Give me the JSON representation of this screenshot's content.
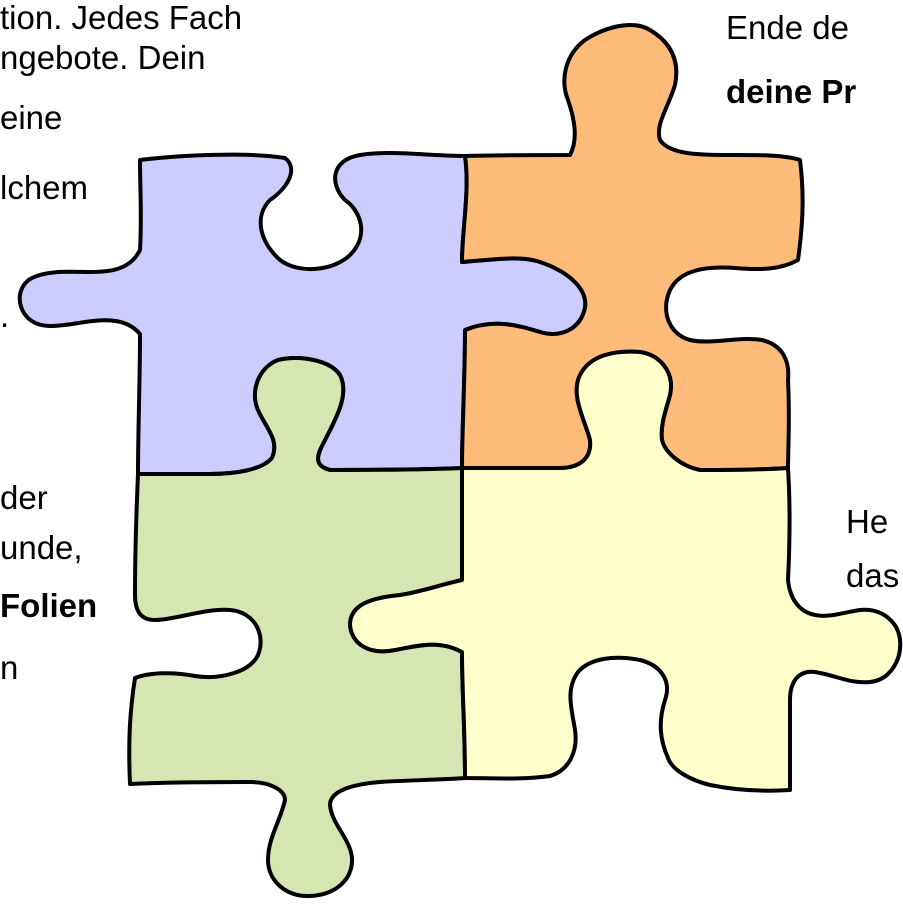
{
  "left_top_text": {
    "line1": "tion. Jedes Fach",
    "line2": "ngebote. Dein",
    "line3": "eine",
    "line4": "lchem",
    "line5": "."
  },
  "left_bottom_text": {
    "line1": "der",
    "line2": "unde,",
    "line3": "Folien",
    "line4": "n"
  },
  "right_top_text": {
    "line1": "Ende de",
    "line2": "deine Pr"
  },
  "right_mid_text": {
    "line1": "He",
    "line2": "das"
  },
  "colors": {
    "purple_piece": "#ccccff",
    "orange_piece": "#ffbb7a",
    "green_piece": "#d6e6b2",
    "yellow_piece": "#ffffcc",
    "outline": "#000000"
  }
}
